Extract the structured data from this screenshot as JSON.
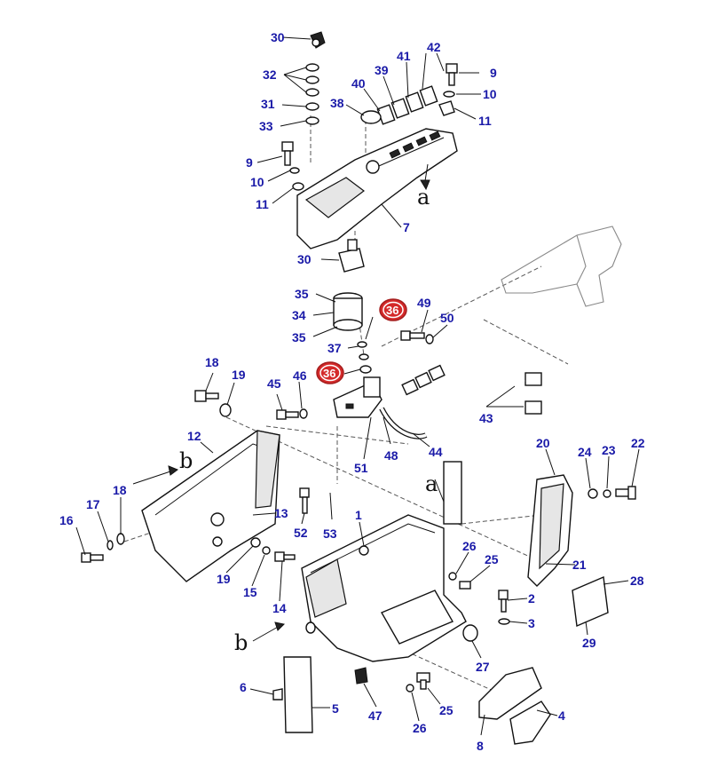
{
  "diagram": {
    "callouts": [
      {
        "id": "c30a",
        "text": "30"
      },
      {
        "id": "c32",
        "text": "32"
      },
      {
        "id": "c31",
        "text": "31"
      },
      {
        "id": "c33",
        "text": "33"
      },
      {
        "id": "c9a",
        "text": "9"
      },
      {
        "id": "c10a",
        "text": "10"
      },
      {
        "id": "c11a",
        "text": "11"
      },
      {
        "id": "c38",
        "text": "38"
      },
      {
        "id": "c40",
        "text": "40"
      },
      {
        "id": "c39",
        "text": "39"
      },
      {
        "id": "c41",
        "text": "41"
      },
      {
        "id": "c42",
        "text": "42"
      },
      {
        "id": "c9b",
        "text": "9"
      },
      {
        "id": "c10b",
        "text": "10"
      },
      {
        "id": "c11b",
        "text": "11"
      },
      {
        "id": "c7",
        "text": "7"
      },
      {
        "id": "c30b",
        "text": "30"
      },
      {
        "id": "c35a",
        "text": "35"
      },
      {
        "id": "c34",
        "text": "34"
      },
      {
        "id": "c35b",
        "text": "35"
      },
      {
        "id": "c49",
        "text": "49"
      },
      {
        "id": "c50",
        "text": "50"
      },
      {
        "id": "c37",
        "text": "37"
      },
      {
        "id": "c18a",
        "text": "18"
      },
      {
        "id": "c19a",
        "text": "19"
      },
      {
        "id": "c45",
        "text": "45"
      },
      {
        "id": "c46",
        "text": "46"
      },
      {
        "id": "c43",
        "text": "43"
      },
      {
        "id": "c44",
        "text": "44"
      },
      {
        "id": "c51",
        "text": "51"
      },
      {
        "id": "c48",
        "text": "48"
      },
      {
        "id": "c12",
        "text": "12"
      },
      {
        "id": "c20",
        "text": "20"
      },
      {
        "id": "c24",
        "text": "24"
      },
      {
        "id": "c23",
        "text": "23"
      },
      {
        "id": "c22",
        "text": "22"
      },
      {
        "id": "c16",
        "text": "16"
      },
      {
        "id": "c17",
        "text": "17"
      },
      {
        "id": "c18b",
        "text": "18"
      },
      {
        "id": "c13",
        "text": "13"
      },
      {
        "id": "c52",
        "text": "52"
      },
      {
        "id": "c53",
        "text": "53"
      },
      {
        "id": "c1",
        "text": "1"
      },
      {
        "id": "c26a",
        "text": "26"
      },
      {
        "id": "c25a",
        "text": "25"
      },
      {
        "id": "c21",
        "text": "21"
      },
      {
        "id": "c28",
        "text": "28"
      },
      {
        "id": "c19b",
        "text": "19"
      },
      {
        "id": "c15",
        "text": "15"
      },
      {
        "id": "c14",
        "text": "14"
      },
      {
        "id": "c2",
        "text": "2"
      },
      {
        "id": "c3",
        "text": "3"
      },
      {
        "id": "c29",
        "text": "29"
      },
      {
        "id": "c27",
        "text": "27"
      },
      {
        "id": "c6",
        "text": "6"
      },
      {
        "id": "c5",
        "text": "5"
      },
      {
        "id": "c47",
        "text": "47"
      },
      {
        "id": "c26b",
        "text": "26"
      },
      {
        "id": "c25b",
        "text": "25"
      },
      {
        "id": "c4",
        "text": "4"
      },
      {
        "id": "c8",
        "text": "8"
      }
    ],
    "highlighted": [
      {
        "id": "h36a",
        "text": "36"
      },
      {
        "id": "h36b",
        "text": "36"
      }
    ],
    "view_letters": [
      {
        "id": "va1",
        "text": "a"
      },
      {
        "id": "va2",
        "text": "a"
      },
      {
        "id": "vb1",
        "text": "b"
      },
      {
        "id": "vb2",
        "text": "b"
      }
    ],
    "colors": {
      "callout": "#1a1aa8",
      "highlight": "#d42a2a",
      "line": "#111111"
    }
  }
}
